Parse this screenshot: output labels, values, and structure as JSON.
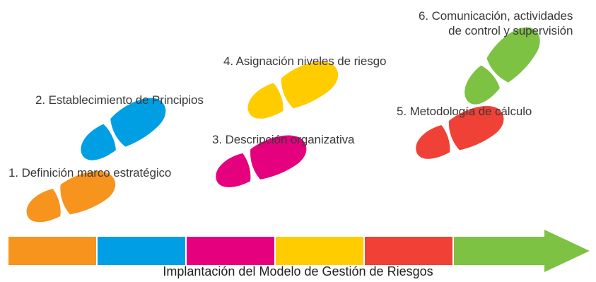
{
  "steps": [
    {
      "label": "1. Definición marco estratégico",
      "color": "#F7941D"
    },
    {
      "label": "2. Establecimiento de Principios",
      "color": "#009FE3"
    },
    {
      "label": "3. Descripción organizativa",
      "color": "#E5007E"
    },
    {
      "label": "4. Asignación niveles de riesgo",
      "color": "#FFCC00"
    },
    {
      "label": "5. Metodología de cálculo",
      "color": "#EF4136"
    },
    {
      "label_line1": "6. Comunicación, actividades",
      "label_line2": "de control y supervisión",
      "color": "#7DC243"
    }
  ],
  "timeline": {
    "caption": "Implantación del Modelo de Gestión de Riesgos",
    "segment_colors": [
      "#F7941D",
      "#009FE3",
      "#E5007E",
      "#FFCC00",
      "#EF4136",
      "#7DC243"
    ],
    "arrowhead": "right-arrow"
  },
  "icons": [
    "footprint-icon"
  ]
}
